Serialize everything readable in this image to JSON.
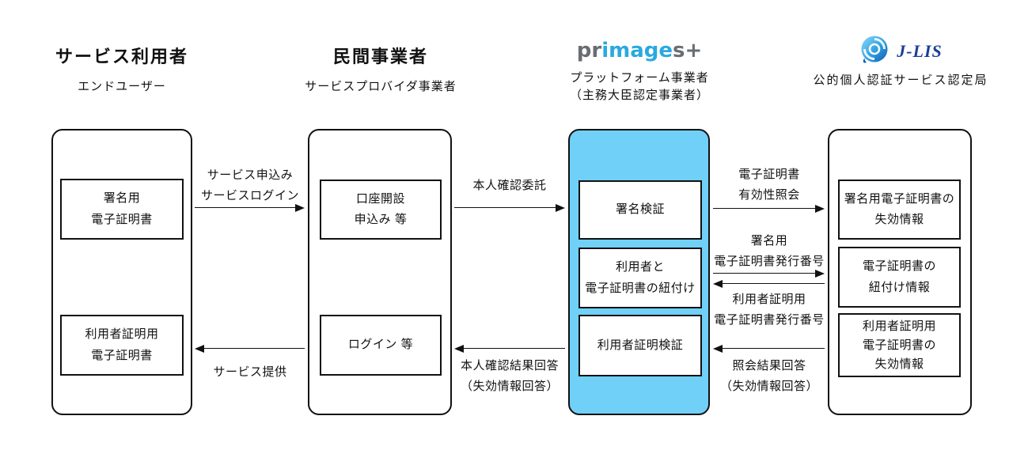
{
  "colors": {
    "platform_fill": "#70d0f7",
    "line": "#111111",
    "primages_gray": "#686e72",
    "primages_blue": "#29a9e0",
    "jlis_navy": "#1b3f94"
  },
  "columns": [
    {
      "id": "service-user",
      "title": "サービス利用者",
      "subtitle": "エンドユーザー",
      "boxes": [
        {
          "label": "署名用\n電子証明書"
        },
        {
          "label": "利用者証明用\n電子証明書"
        }
      ]
    },
    {
      "id": "private-business",
      "title": "民間事業者",
      "subtitle": "サービスプロバイダ事業者",
      "boxes": [
        {
          "label": "口座開設\n申込み 等"
        },
        {
          "label": "ログイン 等"
        }
      ]
    },
    {
      "id": "platform-operator",
      "logo": {
        "part1": "pr",
        "part2": "image",
        "part3": "s+"
      },
      "subtitle": "プラットフォーム事業者\n（主務大臣認定事業者）",
      "boxes": [
        {
          "label": "署名検証"
        },
        {
          "label": "利用者と\n電子証明書の紐付け"
        },
        {
          "label": "利用者証明検証"
        }
      ]
    },
    {
      "id": "jlis",
      "logo_text": "J-LIS",
      "subtitle": "公的個人認証サービス認定局",
      "boxes": [
        {
          "label": "署名用電子証明書の\n失効情報"
        },
        {
          "label": "電子証明書の\n紐付け情報"
        },
        {
          "label": "利用者証明用\n電子証明書の\n失効情報"
        }
      ]
    }
  ],
  "arrows": [
    {
      "id": "service-apply",
      "direction": "right",
      "label": "サービス申込み\nサービスログイン"
    },
    {
      "id": "service-provide",
      "direction": "left",
      "label": "サービス提供"
    },
    {
      "id": "identity-request",
      "direction": "right",
      "label": "本人確認委託"
    },
    {
      "id": "identity-result",
      "direction": "left",
      "label": "本人確認結果回答\n（失効情報回答）"
    },
    {
      "id": "validity-inquiry",
      "direction": "right",
      "label": "電子証明書\n有効性照会"
    },
    {
      "id": "signature-serial",
      "direction": "right",
      "label": "署名用\n電子証明書発行番号"
    },
    {
      "id": "user-cert-serial",
      "direction": "left",
      "label": "利用者証明用\n電子証明書発行番号"
    },
    {
      "id": "inquiry-result",
      "direction": "left",
      "label": "照会結果回答\n（失効情報回答）"
    }
  ]
}
